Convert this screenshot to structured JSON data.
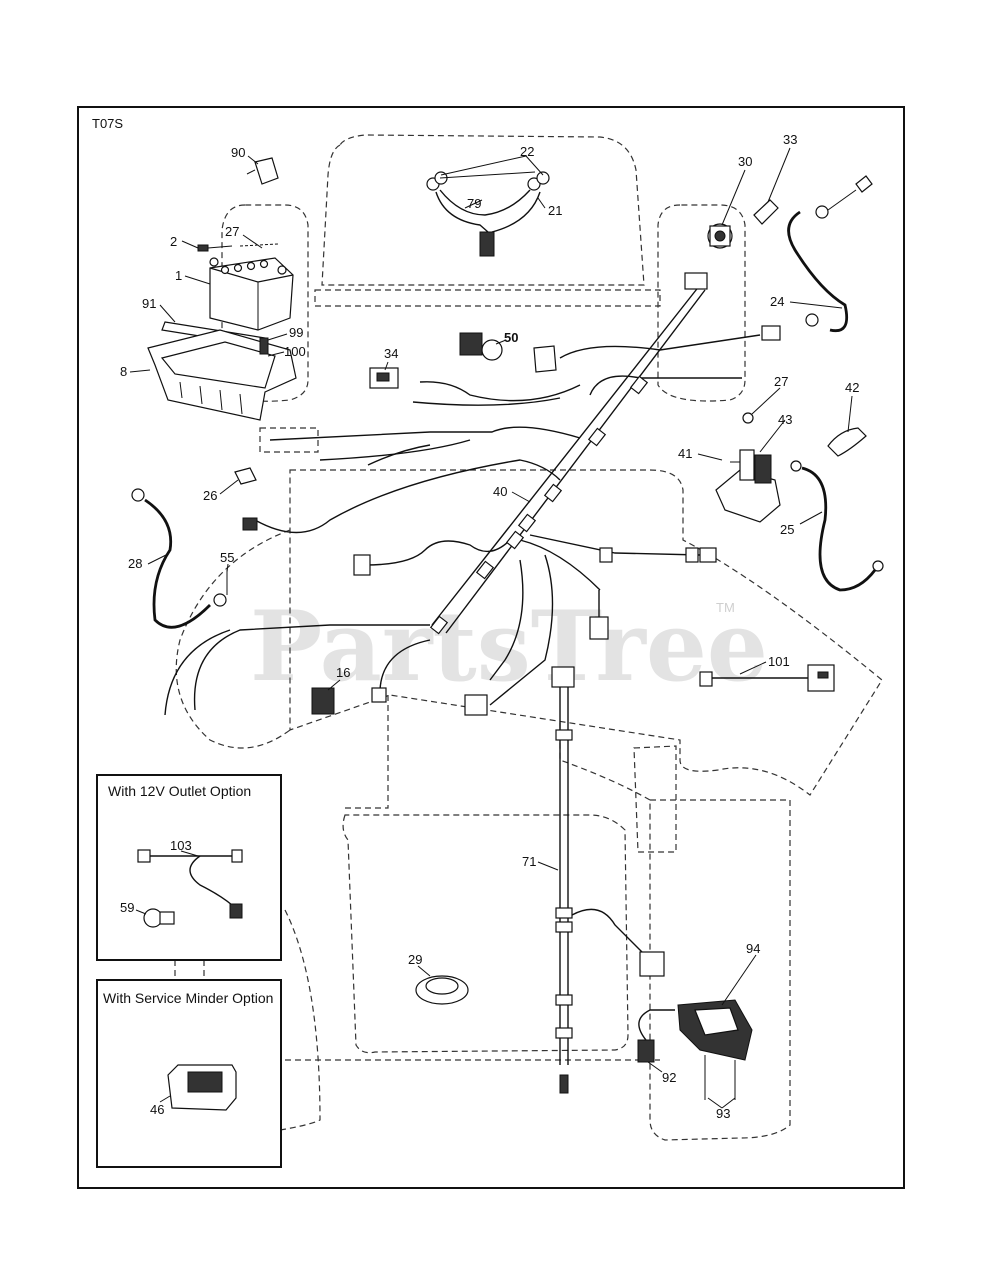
{
  "diagram_code": "T07S",
  "watermark": "PartsTree",
  "watermark_tm": "TM",
  "callouts": [
    {
      "id": "c90",
      "text": "90"
    },
    {
      "id": "c2",
      "text": "2"
    },
    {
      "id": "c27a",
      "text": "27"
    },
    {
      "id": "c1",
      "text": "1"
    },
    {
      "id": "c91",
      "text": "91"
    },
    {
      "id": "c99",
      "text": "99"
    },
    {
      "id": "c100",
      "text": "100"
    },
    {
      "id": "c8",
      "text": "8"
    },
    {
      "id": "c22",
      "text": "22"
    },
    {
      "id": "c79",
      "text": "79"
    },
    {
      "id": "c21",
      "text": "21"
    },
    {
      "id": "c30",
      "text": "30"
    },
    {
      "id": "c33",
      "text": "33"
    },
    {
      "id": "c24",
      "text": "24"
    },
    {
      "id": "c34",
      "text": "34"
    },
    {
      "id": "c50",
      "text": "50"
    },
    {
      "id": "c27b",
      "text": "27"
    },
    {
      "id": "c42",
      "text": "42"
    },
    {
      "id": "c43",
      "text": "43"
    },
    {
      "id": "c41",
      "text": "41"
    },
    {
      "id": "c25",
      "text": "25"
    },
    {
      "id": "c26",
      "text": "26"
    },
    {
      "id": "c40",
      "text": "40"
    },
    {
      "id": "c28",
      "text": "28"
    },
    {
      "id": "c55",
      "text": "55"
    },
    {
      "id": "c16",
      "text": "16"
    },
    {
      "id": "c101",
      "text": "101"
    },
    {
      "id": "c71",
      "text": "71"
    },
    {
      "id": "c29",
      "text": "29"
    },
    {
      "id": "c94",
      "text": "94"
    },
    {
      "id": "c92",
      "text": "92"
    },
    {
      "id": "c93",
      "text": "93"
    },
    {
      "id": "c103",
      "text": "103"
    },
    {
      "id": "c59",
      "text": "59"
    },
    {
      "id": "c46",
      "text": "46"
    }
  ],
  "insets": {
    "outlet_title": "With 12V Outlet Option",
    "minder_title": "With Service Minder Option"
  }
}
